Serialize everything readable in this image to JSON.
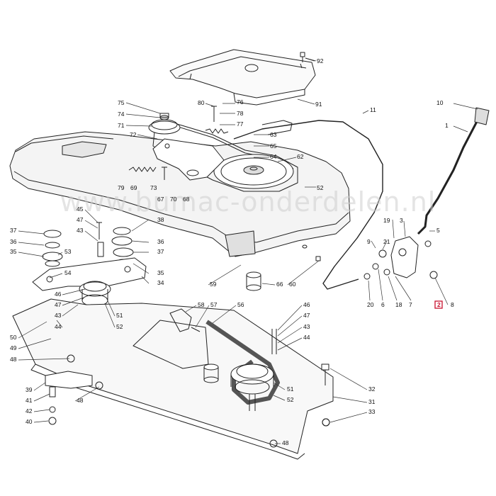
{
  "watermark": "www.bumac-onderdelen.nl",
  "highlight_color": "#c8102e",
  "highlighted_part": "2",
  "part_labels": [
    "92",
    "91",
    "11",
    "10",
    "1",
    "75",
    "74",
    "71",
    "80",
    "78",
    "77",
    "76",
    "72",
    "63",
    "65",
    "64",
    "62",
    "73",
    "79",
    "69",
    "67",
    "70",
    "68",
    "52",
    "19",
    "3",
    "5",
    "45",
    "47",
    "37",
    "43",
    "38",
    "36",
    "53",
    "37",
    "36",
    "35",
    "54",
    "35",
    "34",
    "9",
    "21",
    "8",
    "20",
    "6",
    "18",
    "7",
    "2",
    "46",
    "47",
    "43",
    "51",
    "50",
    "44",
    "52",
    "49",
    "48",
    "58",
    "57",
    "56",
    "46",
    "47",
    "43",
    "44",
    "59",
    "66",
    "60",
    "51",
    "52",
    "32",
    "31",
    "33",
    "39",
    "48",
    "41",
    "42",
    "40",
    "48"
  ]
}
